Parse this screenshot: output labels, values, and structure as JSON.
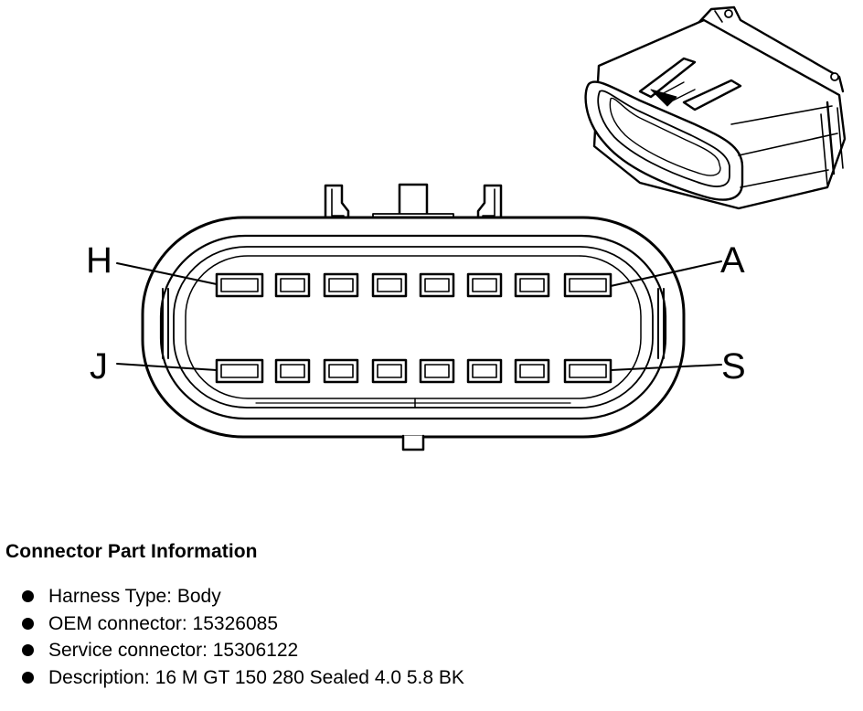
{
  "diagram": {
    "pin_labels": {
      "top_left": "H",
      "top_right": "A",
      "bottom_left": "J",
      "bottom_right": "S"
    }
  },
  "info": {
    "title": "Connector Part Information",
    "items": [
      "Harness Type: Body",
      "OEM connector: 15326085",
      "Service connector: 15306122",
      "Description: 16 M GT 150 280 Sealed 4.0 5.8 BK"
    ]
  }
}
